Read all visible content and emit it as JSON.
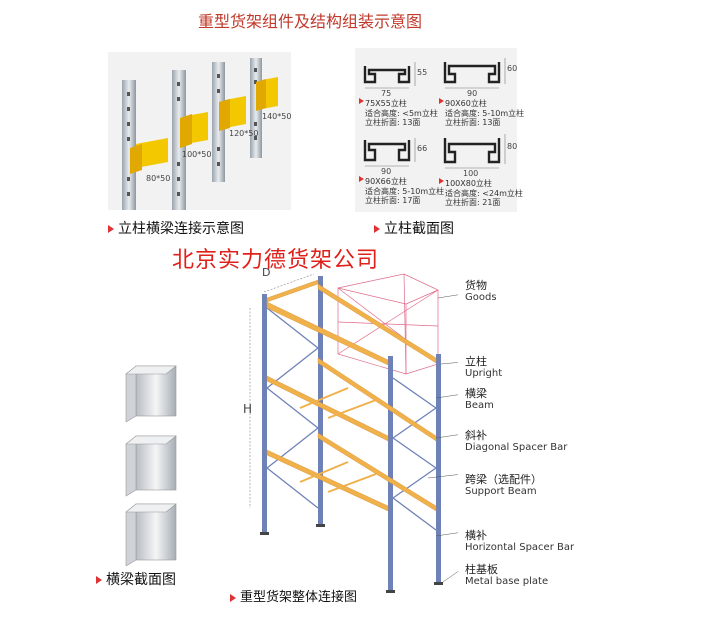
{
  "title": "重型货架组件及结构组装示意图",
  "captions": {
    "upright_beam": "立柱横梁连接示意图",
    "upright_section": "立柱截面图",
    "beam_section": "横梁截面图",
    "overall": "重型货架整体连接图"
  },
  "company": "北京实力德货架公司",
  "beam_sizes": [
    "80*50",
    "100*50",
    "120*50",
    "140*50"
  ],
  "sections": [
    {
      "name": "75X55立柱",
      "height": "适合高度: <5m立柱",
      "thickness": "立柱折面: 13面",
      "w": "75",
      "h": "55"
    },
    {
      "name": "90X60立柱",
      "height": "适合高度: 5-10m立柱",
      "thickness": "立柱折面: 13面",
      "w": "90",
      "h": "60"
    },
    {
      "name": "90X66立柱",
      "height": "适合高度: 5-10m立柱",
      "thickness": "立柱折面: 17面",
      "w": "90",
      "h": "66"
    },
    {
      "name": "100X80立柱",
      "height": "适合高度: <24m立柱",
      "thickness": "立柱折面: 21面",
      "w": "100",
      "h": "80"
    }
  ],
  "dims": {
    "d": "D",
    "h": "H"
  },
  "parts": [
    {
      "zh": "货物",
      "en": "Goods"
    },
    {
      "zh": "立柱",
      "en": "Upright"
    },
    {
      "zh": "横梁",
      "en": "Beam"
    },
    {
      "zh": "斜补",
      "en": "Diagonal Spacer Bar"
    },
    {
      "zh": "跨梁（选配件）",
      "en": "Support Beam"
    },
    {
      "zh": "横补",
      "en": "Horizontal Spacer Bar"
    },
    {
      "zh": "柱基板",
      "en": "Metal base plate"
    }
  ],
  "colors": {
    "upright": "#6f82b8",
    "beam": "#f0b04a",
    "yellow": "#f3c800",
    "red": "#e0201a"
  }
}
